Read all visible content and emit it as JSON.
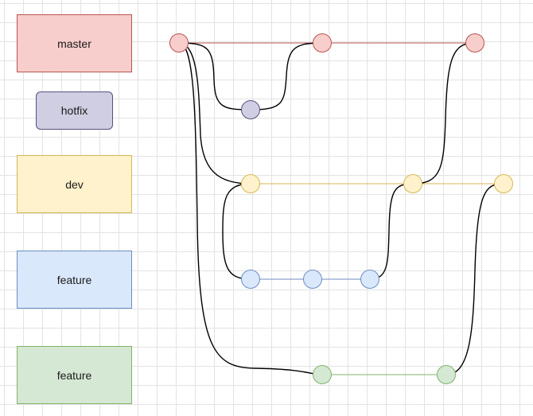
{
  "branches": [
    {
      "key": "master",
      "label": "master",
      "fill": "#f8cecc",
      "stroke": "#b85450"
    },
    {
      "key": "hotfix",
      "label": "hotfix",
      "fill": "#d0cee2",
      "stroke": "#56517e"
    },
    {
      "key": "dev",
      "label": "dev",
      "fill": "#fff2cc",
      "stroke": "#d6b656"
    },
    {
      "key": "feature1",
      "label": "feature",
      "fill": "#dae8fc",
      "stroke": "#6c8ebf"
    },
    {
      "key": "feature2",
      "label": "feature",
      "fill": "#d5e8d4",
      "stroke": "#82b366"
    }
  ]
}
